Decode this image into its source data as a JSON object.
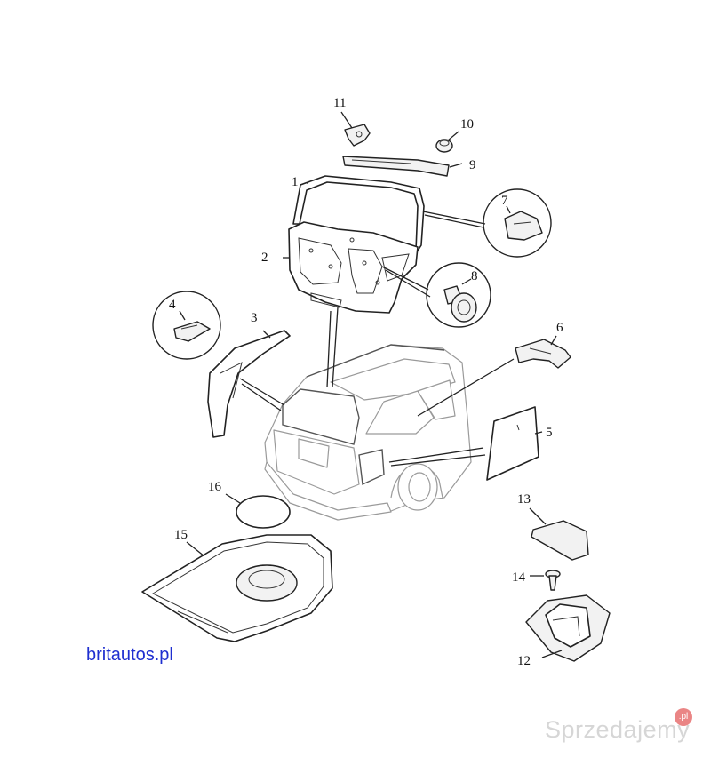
{
  "callouts": [
    {
      "id": "1",
      "label": "1"
    },
    {
      "id": "2",
      "label": "2"
    },
    {
      "id": "3",
      "label": "3"
    },
    {
      "id": "4",
      "label": "4"
    },
    {
      "id": "5",
      "label": "5"
    },
    {
      "id": "6",
      "label": "6"
    },
    {
      "id": "7",
      "label": "7"
    },
    {
      "id": "8",
      "label": "8"
    },
    {
      "id": "9",
      "label": "9"
    },
    {
      "id": "10",
      "label": "10"
    },
    {
      "id": "11",
      "label": "11"
    },
    {
      "id": "12",
      "label": "12"
    },
    {
      "id": "13",
      "label": "13"
    },
    {
      "id": "14",
      "label": "14"
    },
    {
      "id": "15",
      "label": "15"
    },
    {
      "id": "16",
      "label": "16"
    }
  ],
  "source_credit": "britautos.pl",
  "watermark": {
    "text": "Sprzedajemy",
    "badge": ".pl"
  },
  "colors": {
    "credit_text": "#1f2fd0",
    "watermark_text": "#d6d6d6",
    "watermark_badge": "#e35d5d"
  }
}
